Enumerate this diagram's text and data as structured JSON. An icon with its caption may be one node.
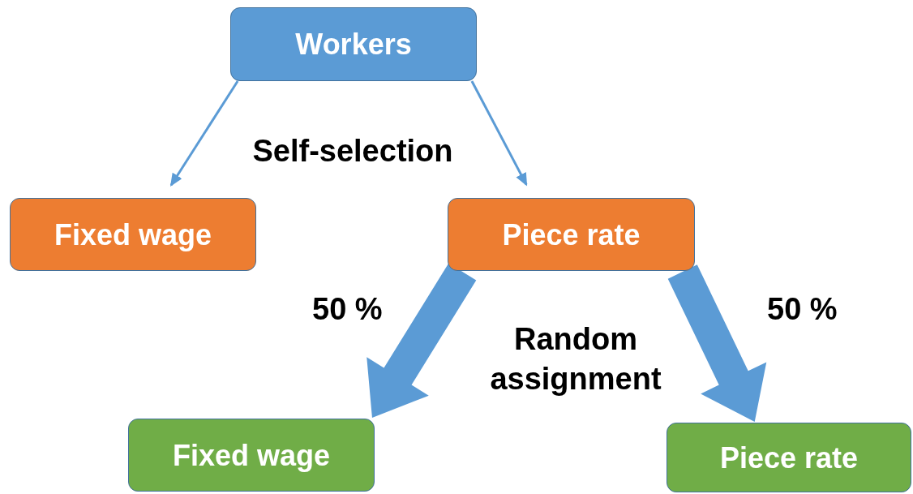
{
  "diagram": {
    "nodes": [
      {
        "text": [
          "Workers"
        ]
      },
      {
        "text": [
          "Fixed wage"
        ]
      },
      {
        "text": [
          "Piece rate"
        ]
      },
      {
        "text": [
          "Fixed wage"
        ]
      },
      {
        "text": [
          "Piece rate"
        ]
      }
    ],
    "edges": [
      {
        "from": 0,
        "to": 1,
        "arrow": "to"
      },
      {
        "from": 0,
        "to": 2,
        "arrow": "to"
      },
      {
        "from": 2,
        "to": 3,
        "arrow": "to",
        "style": "thick",
        "label": "50 %"
      },
      {
        "from": 2,
        "to": 4,
        "arrow": "to",
        "style": "thick",
        "label": "50 %"
      }
    ],
    "labels": [
      "Self-selection",
      "Random assignment"
    ]
  }
}
